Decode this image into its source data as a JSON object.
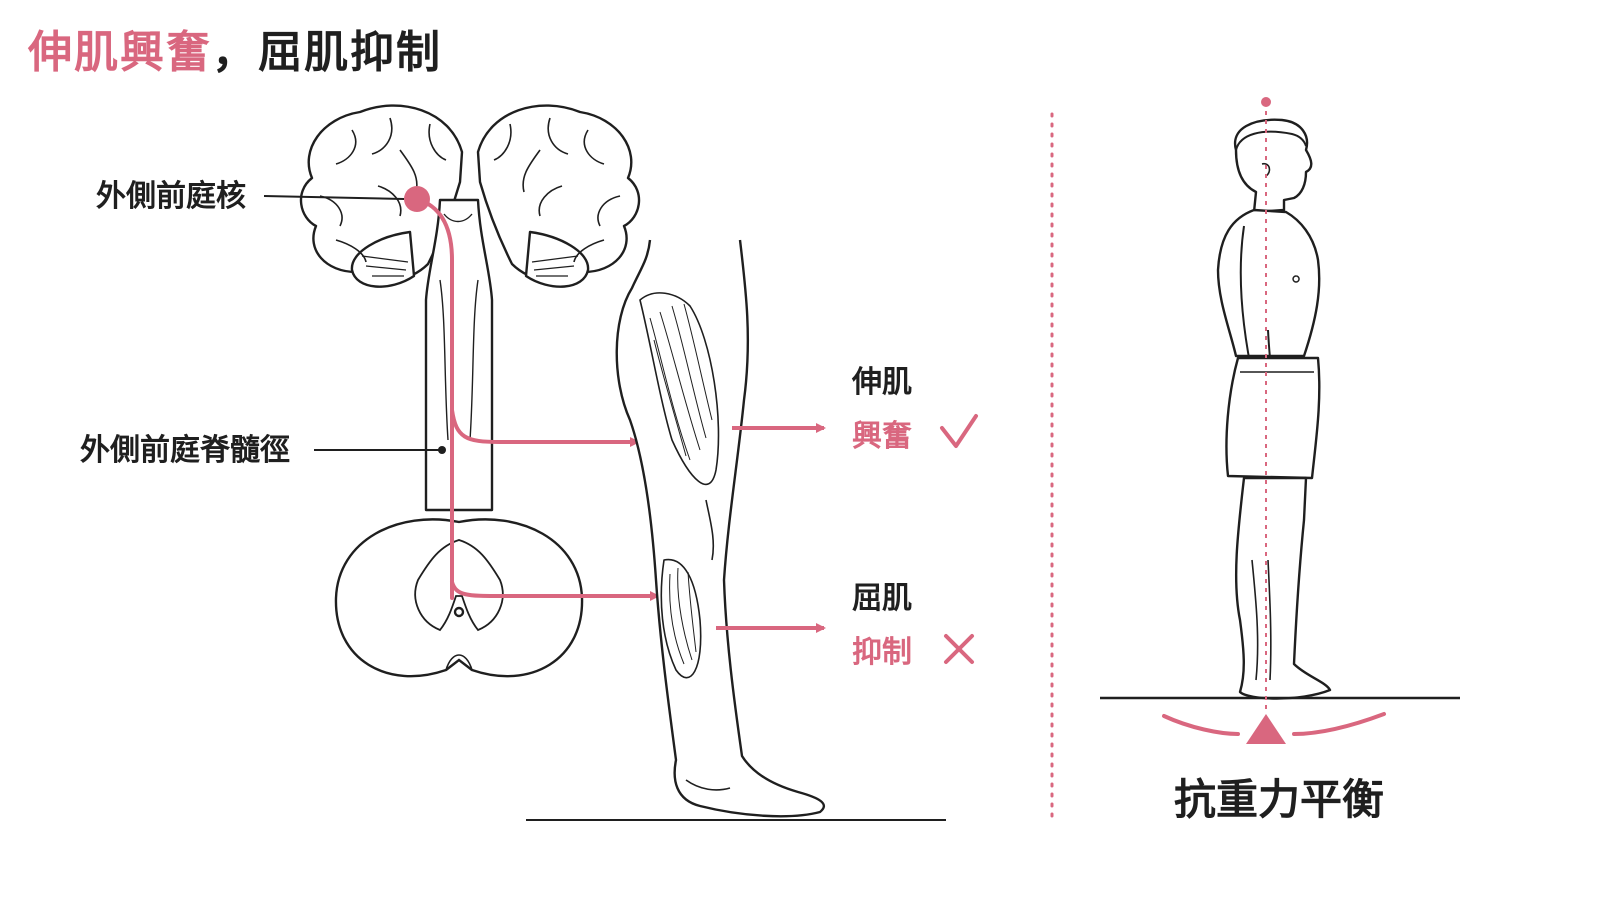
{
  "title": {
    "part1": "伸肌興奮",
    "separator": "，",
    "part2": "屈肌抑制"
  },
  "labels": {
    "nucleus": "外側前庭核",
    "tract": "外側前庭脊髓徑",
    "extensor": "伸肌",
    "extensor_effect": "興奮",
    "flexor": "屈肌",
    "flexor_effect": "抑制",
    "balance": "抗重力平衡"
  },
  "icons": {
    "excite": "check-mark-icon",
    "inhibit": "cross-mark-icon",
    "balance": "triangle-pivot-icon"
  },
  "colors": {
    "accent": "#d9677f",
    "ink": "#1f1f1f",
    "background": "#ffffff"
  }
}
